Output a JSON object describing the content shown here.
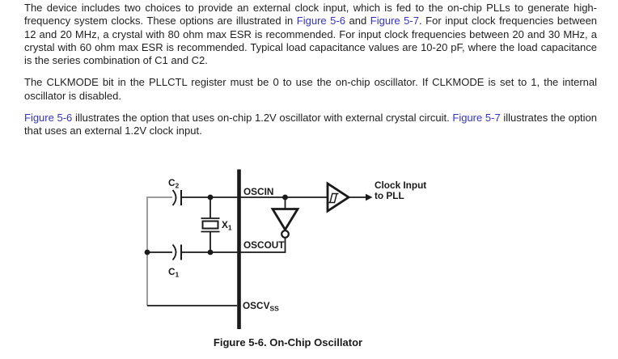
{
  "article": {
    "paragraphs": [
      {
        "segments": [
          {
            "t": "The device includes two choices to provide an external clock input, which is fed to the on-chip PLLs to generate high-frequency system clocks. These options are illustrated in "
          },
          {
            "t": "Figure 5-6",
            "link": true
          },
          {
            "t": " and "
          },
          {
            "t": "Figure 5-7",
            "link": true
          },
          {
            "t": ". For input clock frequencies between 12 and 20 MHz, a crystal with 80 ohm max ESR is recommended. For input clock frequencies between 20 and 30 MHz, a crystal with 60 ohm max ESR is recommended. Typical load capacitance values are 10-20 pF, where the load capacitance is the series combination of C1 and C2."
          }
        ]
      },
      {
        "segments": [
          {
            "t": "The CLKMODE bit in the PLLCTL register must be 0 to use the on-chip oscillator. If CLKMODE is set to 1, the internal oscillator is disabled."
          }
        ]
      },
      {
        "segments": [
          {
            "t": "Figure 5-6",
            "link": true
          },
          {
            "t": " illustrates the option that uses on-chip 1.2V oscillator with external crystal circuit. "
          },
          {
            "t": "Figure 5-7",
            "link": true
          },
          {
            "t": " illustrates the option that uses an external 1.2V clock input."
          }
        ]
      }
    ]
  },
  "diagram": {
    "labels": {
      "oscin": "OSCIN",
      "oscout": "OSCOUT",
      "oscvss_base": "OSCV",
      "oscvss_sub": "SS",
      "c2_base": "C",
      "c2_sub": "2",
      "c1_base": "C",
      "c1_sub": "1",
      "x1_base": "X",
      "x1_sub": "1",
      "clock_out_line1": "Clock Input",
      "clock_out_line2": "to PLL"
    },
    "colors": {
      "wire": "#1a1a1a",
      "gray_wire": "#9c9c9c"
    }
  },
  "caption": "Figure 5-6. On-Chip Oscillator",
  "colors": {
    "text": "#1f1f1f",
    "link": "#3333CC",
    "background": "#ffffff"
  }
}
